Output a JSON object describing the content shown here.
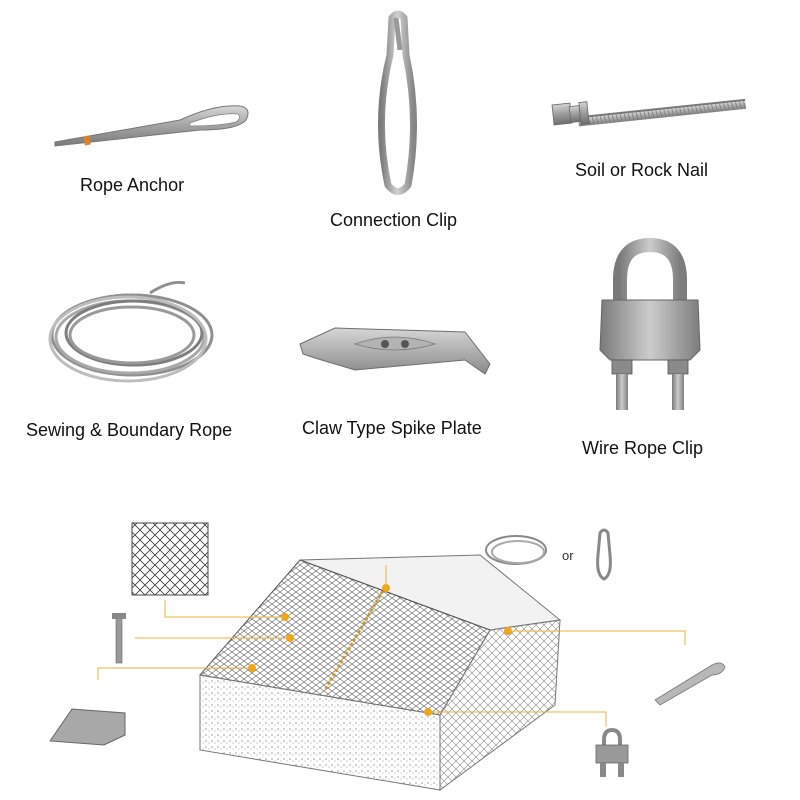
{
  "products": {
    "rope_anchor": "Rope Anchor",
    "connection_clip": "Connection Clip",
    "soil_rock_nail": "Soil or Rock Nail",
    "sewing_boundary_rope": "Sewing & Boundary Rope",
    "claw_spike_plate": "Claw Type Spike Plate",
    "wire_rope_clip": "Wire Rope Clip"
  },
  "diagram": {
    "or_text": "or"
  },
  "colors": {
    "metal": "#9a9a9a",
    "metal_dark": "#6b6b6b",
    "leader_line": "#e8b53a",
    "marker": "#f2a516",
    "slope_face": "#d9d9d9",
    "mesh": "#555555"
  }
}
